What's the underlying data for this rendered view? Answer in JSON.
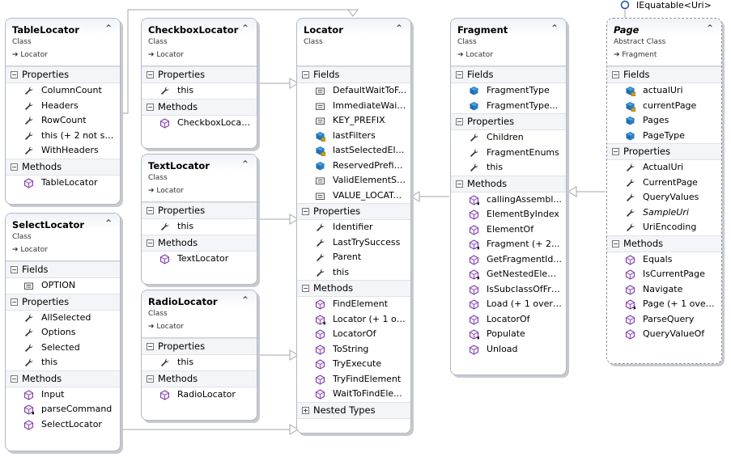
{
  "interface_lollipop": "IEquatable<Uri>",
  "classes": {
    "TableLocator": {
      "name": "TableLocator",
      "stereotype": "Class",
      "base": "Locator",
      "sections": [
        {
          "label": "Properties",
          "items": [
            {
              "icon": "wrench",
              "text": "ColumnCount"
            },
            {
              "icon": "wrench",
              "text": "Headers"
            },
            {
              "icon": "wrench",
              "text": "RowCount"
            },
            {
              "icon": "wrench",
              "text": "this (+ 2 not sh..."
            },
            {
              "icon": "wrench",
              "text": "WithHeaders"
            }
          ]
        },
        {
          "label": "Methods",
          "items": [
            {
              "icon": "method",
              "text": "TableLocator"
            }
          ]
        }
      ]
    },
    "SelectLocator": {
      "name": "SelectLocator",
      "stereotype": "Class",
      "base": "Locator",
      "sections": [
        {
          "label": "Fields",
          "items": [
            {
              "icon": "const",
              "text": "OPTION"
            }
          ]
        },
        {
          "label": "Properties",
          "items": [
            {
              "icon": "wrench",
              "text": "AllSelected"
            },
            {
              "icon": "wrench",
              "text": "Options"
            },
            {
              "icon": "wrench",
              "text": "Selected"
            },
            {
              "icon": "wrench",
              "text": "this"
            }
          ]
        },
        {
          "label": "Methods",
          "items": [
            {
              "icon": "method",
              "text": "Input"
            },
            {
              "icon": "method-static",
              "text": "parseCommand"
            },
            {
              "icon": "method",
              "text": "SelectLocator"
            }
          ]
        }
      ]
    },
    "CheckboxLocator": {
      "name": "CheckboxLocator",
      "stereotype": "Class",
      "base": "Locator",
      "sections": [
        {
          "label": "Properties",
          "items": [
            {
              "icon": "wrench",
              "text": "this"
            }
          ]
        },
        {
          "label": "Methods",
          "items": [
            {
              "icon": "method",
              "text": "CheckboxLocator"
            }
          ]
        }
      ]
    },
    "TextLocator": {
      "name": "TextLocator",
      "stereotype": "Class",
      "base": "Locator",
      "sections": [
        {
          "label": "Properties",
          "items": [
            {
              "icon": "wrench",
              "text": "this"
            }
          ]
        },
        {
          "label": "Methods",
          "items": [
            {
              "icon": "method",
              "text": "TextLocator"
            }
          ]
        }
      ]
    },
    "RadioLocator": {
      "name": "RadioLocator",
      "stereotype": "Class",
      "base": "Locator",
      "sections": [
        {
          "label": "Properties",
          "items": [
            {
              "icon": "wrench",
              "text": "this"
            }
          ]
        },
        {
          "label": "Methods",
          "items": [
            {
              "icon": "method",
              "text": "RadioLocator"
            }
          ]
        }
      ]
    },
    "Locator": {
      "name": "Locator",
      "stereotype": "Class",
      "base": "",
      "sections": [
        {
          "label": "Fields",
          "items": [
            {
              "icon": "const",
              "text": "DefaultWaitToF..."
            },
            {
              "icon": "const",
              "text": "ImmediateWait..."
            },
            {
              "icon": "const",
              "text": "KEY_PREFIX"
            },
            {
              "icon": "field-private",
              "text": "lastFilters"
            },
            {
              "icon": "field-private",
              "text": "lastSelectedEle..."
            },
            {
              "icon": "field",
              "text": "ReservedPrefixes"
            },
            {
              "icon": "const",
              "text": "ValidElementSt..."
            },
            {
              "icon": "const",
              "text": "VALUE_LOCAT..."
            }
          ]
        },
        {
          "label": "Properties",
          "items": [
            {
              "icon": "wrench",
              "text": "Identifier"
            },
            {
              "icon": "wrench",
              "text": "LastTrySuccess"
            },
            {
              "icon": "wrench",
              "text": "Parent"
            },
            {
              "icon": "wrench",
              "text": "this"
            }
          ]
        },
        {
          "label": "Methods",
          "items": [
            {
              "icon": "method",
              "text": "FindElement"
            },
            {
              "icon": "method-static",
              "text": "Locator (+ 1 ov..."
            },
            {
              "icon": "method",
              "text": "LocatorOf"
            },
            {
              "icon": "method",
              "text": "ToString"
            },
            {
              "icon": "method",
              "text": "TryExecute"
            },
            {
              "icon": "method",
              "text": "TryFindElement"
            },
            {
              "icon": "method",
              "text": "WaitToFindEle..."
            }
          ]
        },
        {
          "label": "Nested Types",
          "items": [],
          "collapsed": true
        }
      ]
    },
    "Fragment": {
      "name": "Fragment",
      "stereotype": "Class",
      "base": "Locator",
      "sections": [
        {
          "label": "Fields",
          "items": [
            {
              "icon": "field",
              "text": "FragmentType"
            },
            {
              "icon": "field",
              "text": "FragmentType..."
            }
          ]
        },
        {
          "label": "Properties",
          "items": [
            {
              "icon": "wrench",
              "text": "Children"
            },
            {
              "icon": "wrench",
              "text": "FragmentEnums"
            },
            {
              "icon": "wrench",
              "text": "this"
            }
          ]
        },
        {
          "label": "Methods",
          "items": [
            {
              "icon": "method-static",
              "text": "callingAssembl..."
            },
            {
              "icon": "method",
              "text": "ElementByIndex"
            },
            {
              "icon": "method",
              "text": "ElementOf"
            },
            {
              "icon": "method-static",
              "text": "Fragment (+ 2..."
            },
            {
              "icon": "method",
              "text": "GetFragmentId..."
            },
            {
              "icon": "method-static",
              "text": "GetNestedElem..."
            },
            {
              "icon": "method",
              "text": "IsSubclassOfFra..."
            },
            {
              "icon": "method",
              "text": "Load (+ 1 overl..."
            },
            {
              "icon": "method",
              "text": "LocatorOf"
            },
            {
              "icon": "method-static",
              "text": "Populate"
            },
            {
              "icon": "method",
              "text": "Unload"
            }
          ]
        }
      ]
    },
    "Page": {
      "name": "Page",
      "stereotype": "Abstract Class",
      "base": "Fragment",
      "sections": [
        {
          "label": "Fields",
          "items": [
            {
              "icon": "field-private",
              "text": "actualUri"
            },
            {
              "icon": "field-private",
              "text": "currentPage"
            },
            {
              "icon": "field",
              "text": "Pages"
            },
            {
              "icon": "field",
              "text": "PageType"
            }
          ]
        },
        {
          "label": "Properties",
          "items": [
            {
              "icon": "wrench",
              "text": "ActualUri"
            },
            {
              "icon": "wrench",
              "text": "CurrentPage"
            },
            {
              "icon": "wrench",
              "text": "QueryValues"
            },
            {
              "icon": "wrench",
              "text": "SampleUri",
              "italic": true
            },
            {
              "icon": "wrench",
              "text": "UriEncoding"
            }
          ]
        },
        {
          "label": "Methods",
          "items": [
            {
              "icon": "method",
              "text": "Equals"
            },
            {
              "icon": "method",
              "text": "IsCurrentPage"
            },
            {
              "icon": "method",
              "text": "Navigate"
            },
            {
              "icon": "method-static",
              "text": "Page (+ 1 overl..."
            },
            {
              "icon": "method",
              "text": "ParseQuery"
            },
            {
              "icon": "method",
              "text": "QueryValueOf"
            }
          ]
        }
      ]
    }
  },
  "colors": {
    "border": "#b2b9c7",
    "method": "#7e3fa8",
    "field": "#1f6fb3",
    "wrench": "#333333",
    "line": "#a6a6a6"
  }
}
